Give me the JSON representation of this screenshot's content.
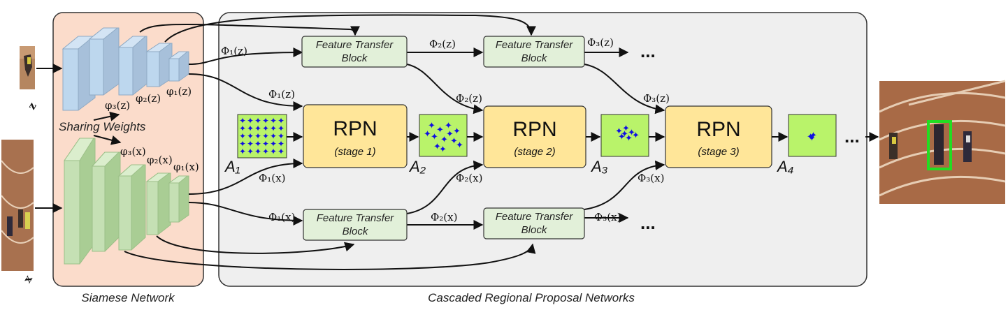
{
  "colors": {
    "siamese_bg": "#fbdccb",
    "cascade_bg": "#efefef",
    "ftb_fill": "#e2f0d9",
    "rpn_fill": "#ffe699",
    "anchor_fill": "#b9f36a",
    "anchor_points": "#1010e0",
    "z_branch": "#bdd7ee",
    "x_branch": "#c5e0b4",
    "box_green": "#22dd22"
  },
  "siamese": {
    "caption": "Siamese Network",
    "sharing_weights": "Sharing Weights",
    "z_label": "z",
    "x_label": "x",
    "phi_z": [
      "φ₃(z)",
      "φ₂(z)",
      "φ₁(z)"
    ],
    "phi_x": [
      "φ₃(x)",
      "φ₂(x)",
      "φ₁(x)"
    ]
  },
  "cascade": {
    "caption": "Cascaded Regional Proposal Networks",
    "ftb_line1": "Feature Transfer",
    "ftb_line2": "Block",
    "rpn_title": "RPN",
    "stages": [
      "(stage 1)",
      "(stage 2)",
      "(stage 3)"
    ],
    "anchors": [
      "A₁",
      "A₂",
      "A₃",
      "A₄"
    ],
    "Phi_z": [
      "Φ₁(z)",
      "Φ₂(z)",
      "Φ₃(z)"
    ],
    "Phi_x": [
      "Φ₁(x)",
      "Φ₂(x)",
      "Φ₃(x)"
    ],
    "ellipsis": "..."
  }
}
